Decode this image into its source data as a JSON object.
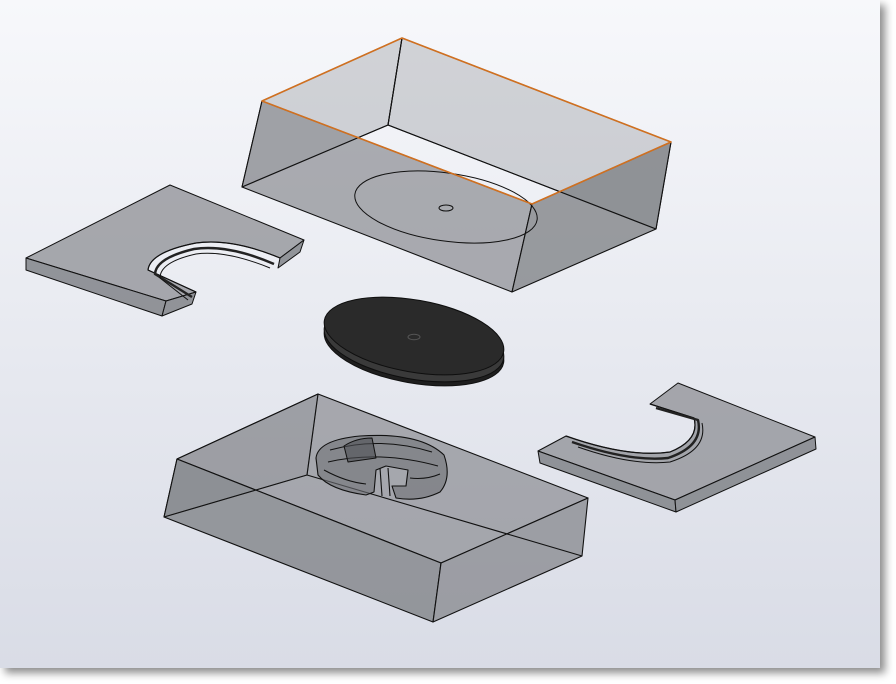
{
  "scene": {
    "background_colors": [
      "#f7f8fb",
      "#d9dce6"
    ],
    "body_fill": "#8d8f94",
    "body_fill_dark": "#7b7d82",
    "edge_color": "#111111",
    "highlight_edge_color": "#d07020",
    "disk_color": "#2a2a2a",
    "parts": [
      {
        "name": "top-mold-block",
        "state": "selected-edges-highlighted"
      },
      {
        "name": "left-insert-plate"
      },
      {
        "name": "center-disk"
      },
      {
        "name": "right-insert-plate"
      },
      {
        "name": "bottom-mold-block"
      }
    ]
  }
}
